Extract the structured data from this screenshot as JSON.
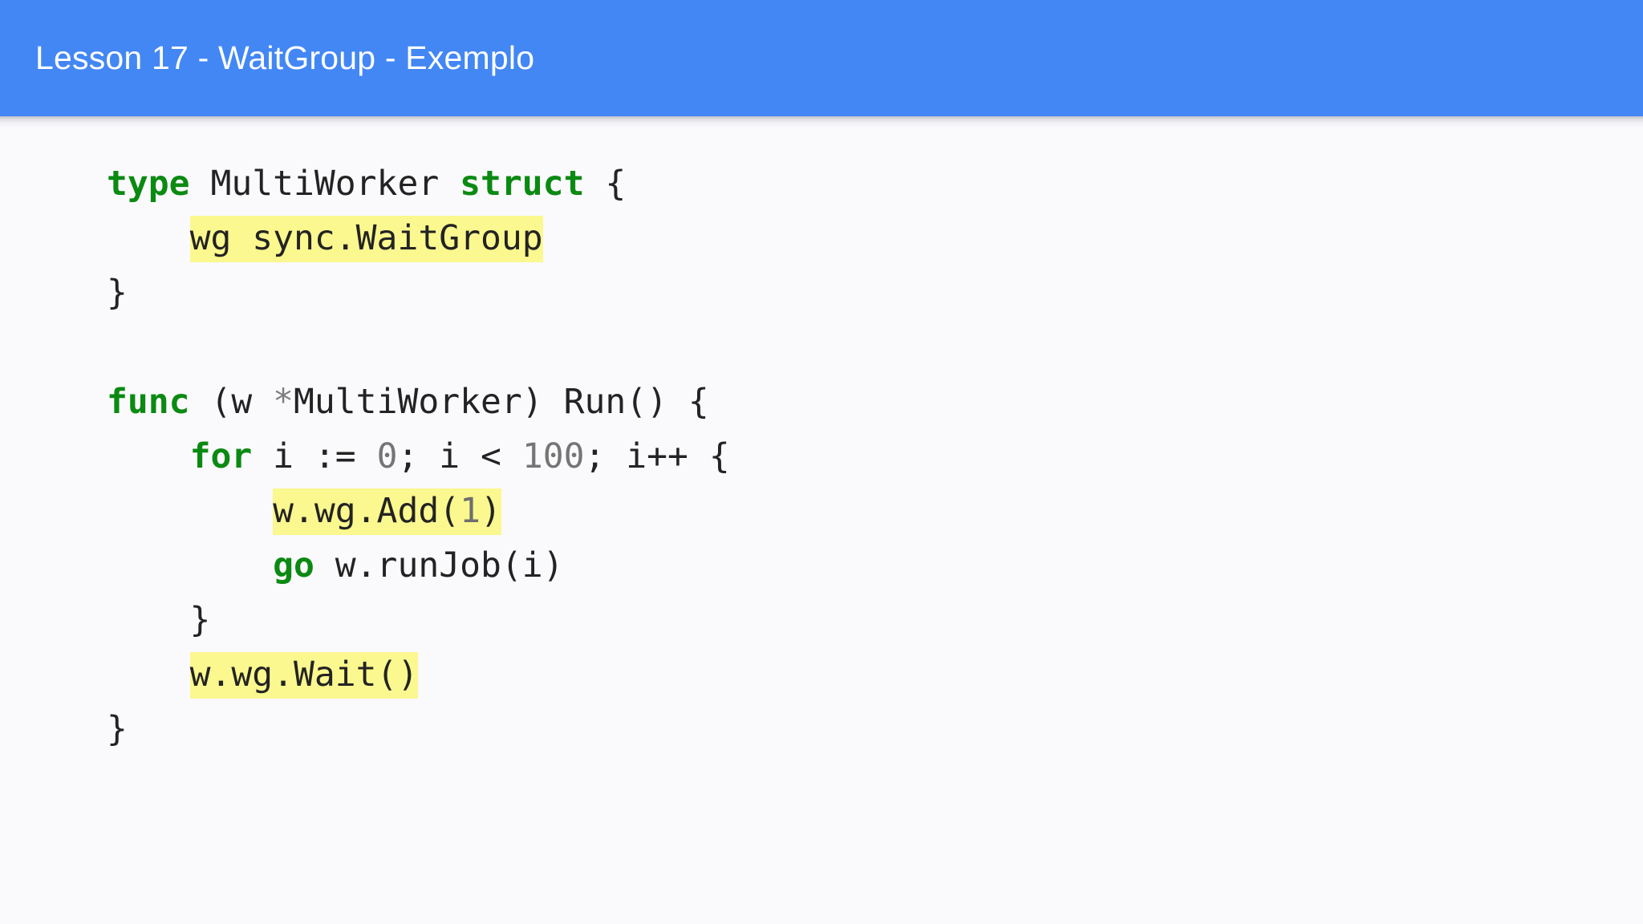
{
  "header": {
    "title": "Lesson 17 - WaitGroup - Exemplo",
    "background_color": "#4387f4",
    "text_color": "#ffffff"
  },
  "page": {
    "background_color": "#faf9fc"
  },
  "code": {
    "language": "go",
    "keyword_color": "#0b8a12",
    "identifier_color": "#232323",
    "number_color": "#757575",
    "highlight_color": "#fbf88f",
    "lines": [
      {
        "id": "line-1",
        "text": "type MultiWorker struct {",
        "tokens": [
          {
            "t": "type",
            "c": "kw",
            "hl": false
          },
          {
            "t": " ",
            "c": "punc",
            "hl": false
          },
          {
            "t": "MultiWorker",
            "c": "id",
            "hl": false
          },
          {
            "t": " ",
            "c": "punc",
            "hl": false
          },
          {
            "t": "struct",
            "c": "kw",
            "hl": false
          },
          {
            "t": " {",
            "c": "punc",
            "hl": false
          }
        ]
      },
      {
        "id": "line-2",
        "text": "    wg sync.WaitGroup",
        "tokens": [
          {
            "t": "    ",
            "c": "punc",
            "hl": false
          },
          {
            "t": "wg sync.WaitGroup",
            "c": "id",
            "hl": true
          }
        ]
      },
      {
        "id": "line-3",
        "text": "}",
        "tokens": [
          {
            "t": "}",
            "c": "punc",
            "hl": false
          }
        ]
      },
      {
        "id": "line-4",
        "text": "",
        "tokens": []
      },
      {
        "id": "line-5",
        "text": "func (w *MultiWorker) Run() {",
        "tokens": [
          {
            "t": "func",
            "c": "kw",
            "hl": false
          },
          {
            "t": " (w ",
            "c": "punc",
            "hl": false
          },
          {
            "t": "*",
            "c": "op",
            "hl": false
          },
          {
            "t": "MultiWorker",
            "c": "id",
            "hl": false
          },
          {
            "t": ") Run() {",
            "c": "punc",
            "hl": false
          }
        ]
      },
      {
        "id": "line-6",
        "text": "    for i := 0; i < 100; i++ {",
        "tokens": [
          {
            "t": "    ",
            "c": "punc",
            "hl": false
          },
          {
            "t": "for",
            "c": "kw",
            "hl": false
          },
          {
            "t": " i := ",
            "c": "punc",
            "hl": false
          },
          {
            "t": "0",
            "c": "num",
            "hl": false
          },
          {
            "t": "; i < ",
            "c": "punc",
            "hl": false
          },
          {
            "t": "100",
            "c": "num",
            "hl": false
          },
          {
            "t": "; i++ {",
            "c": "punc",
            "hl": false
          }
        ]
      },
      {
        "id": "line-7",
        "text": "        w.wg.Add(1)",
        "tokens": [
          {
            "t": "        ",
            "c": "punc",
            "hl": false
          },
          {
            "t": "w.wg.Add(",
            "c": "id",
            "hl": true
          },
          {
            "t": "1",
            "c": "num",
            "hl": true
          },
          {
            "t": ")",
            "c": "id",
            "hl": true
          }
        ]
      },
      {
        "id": "line-8",
        "text": "        go w.runJob(i)",
        "tokens": [
          {
            "t": "        ",
            "c": "punc",
            "hl": false
          },
          {
            "t": "go",
            "c": "kw",
            "hl": false
          },
          {
            "t": " w.runJob(i)",
            "c": "id",
            "hl": false
          }
        ]
      },
      {
        "id": "line-9",
        "text": "    }",
        "tokens": [
          {
            "t": "    }",
            "c": "punc",
            "hl": false
          }
        ]
      },
      {
        "id": "line-10",
        "text": "    w.wg.Wait()",
        "tokens": [
          {
            "t": "    ",
            "c": "punc",
            "hl": false
          },
          {
            "t": "w.wg.Wait()",
            "c": "id",
            "hl": true
          }
        ]
      },
      {
        "id": "line-11",
        "text": "}",
        "tokens": [
          {
            "t": "}",
            "c": "punc",
            "hl": false
          }
        ]
      }
    ]
  }
}
